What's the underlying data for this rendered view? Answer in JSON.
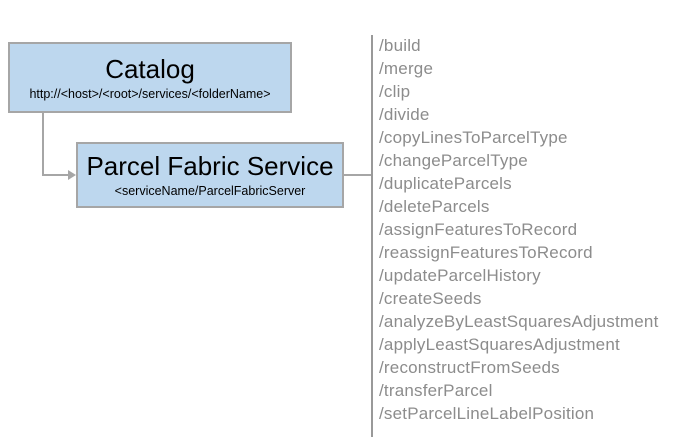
{
  "diagram": {
    "catalog_box": {
      "title": "Catalog",
      "subtitle": "http://<host>/<root>/services/<folderName>"
    },
    "service_box": {
      "title": "Parcel Fabric Service",
      "subtitle": "<serviceName/ParcelFabricServer"
    },
    "endpoints": [
      "/build",
      "/merge",
      "/clip",
      "/divide",
      "/copyLinesToParcelType",
      "/changeParcelType",
      "/duplicateParcels",
      "/deleteParcels",
      "/assignFeaturesToRecord",
      "/reassignFeaturesToRecord",
      "/updateParcelHistory",
      "/createSeeds",
      "/analyzeByLeastSquaresAdjustment",
      "/applyLeastSquaresAdjustment",
      "/reconstructFromSeeds",
      "/transferParcel",
      "/setParcelLineLabelPosition"
    ],
    "colors": {
      "box_fill": "#BDD7EE",
      "box_border": "#A6A6A6",
      "connector": "#A6A6A6",
      "divider": "#999999",
      "endpoint_text": "#8C8C8C",
      "title_text": "#000000"
    }
  }
}
